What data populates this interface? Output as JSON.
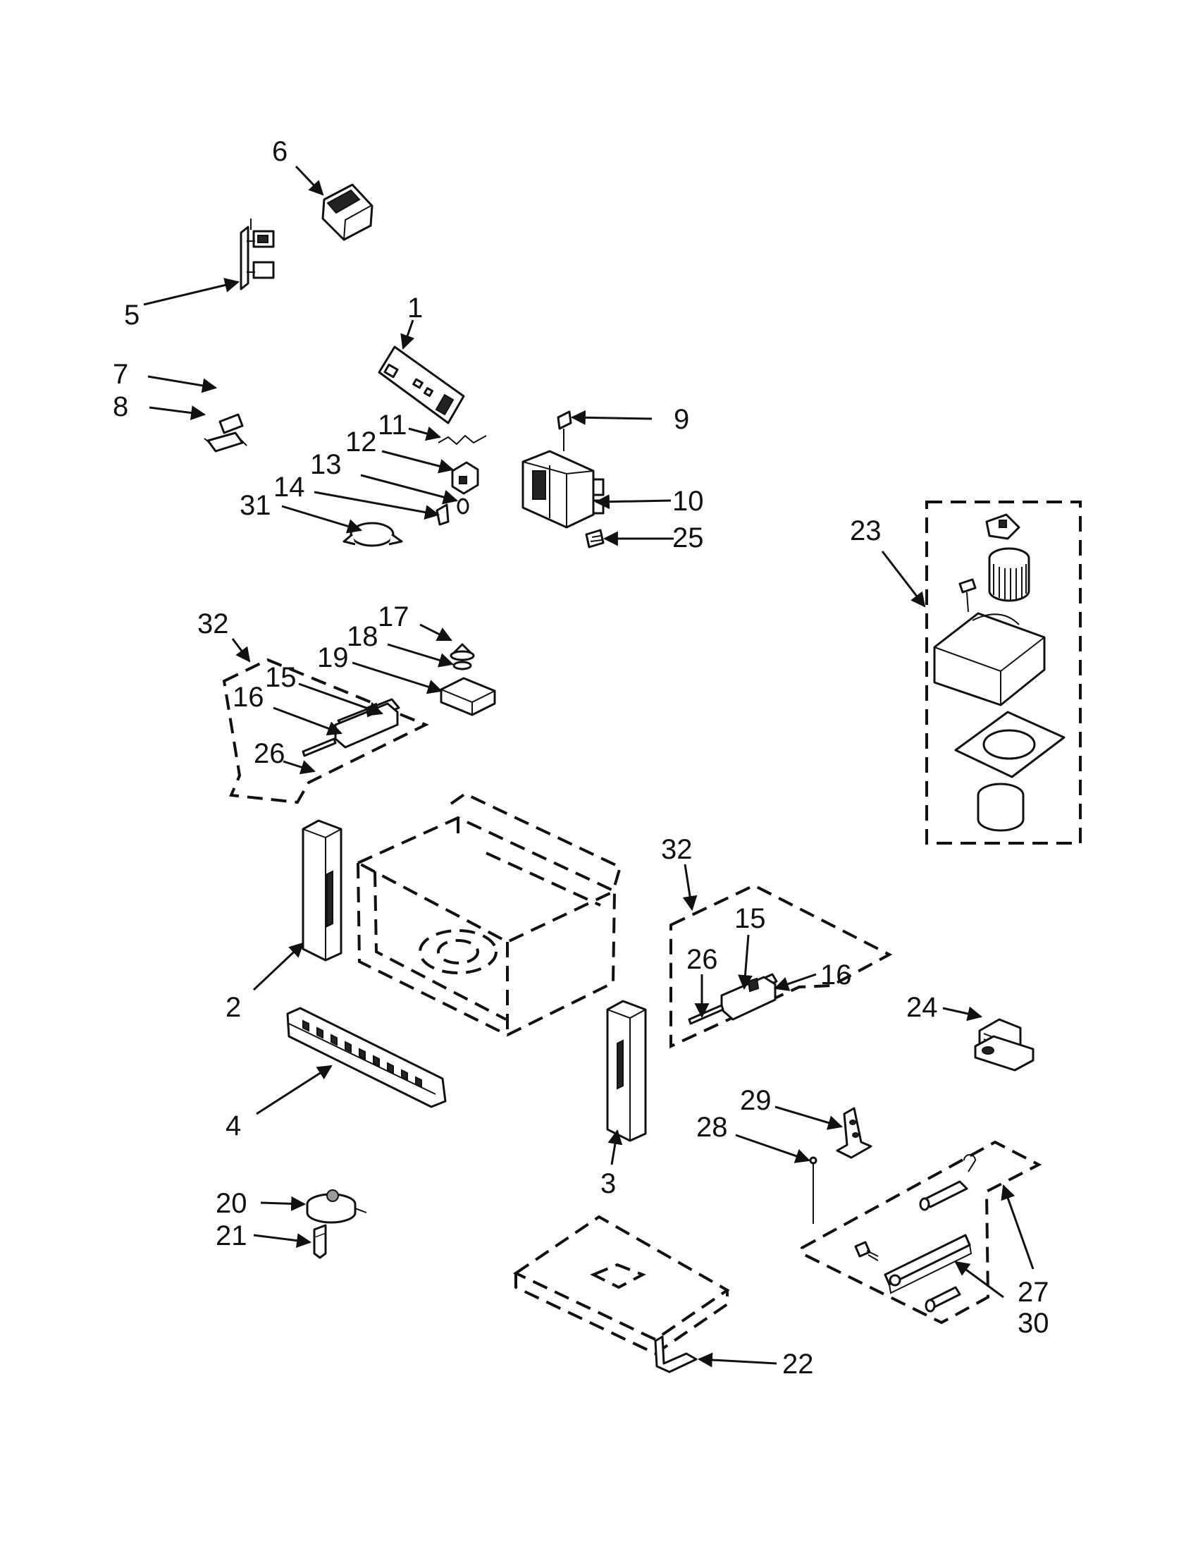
{
  "labels": {
    "l1": "1",
    "l2": "2",
    "l3": "3",
    "l4": "4",
    "l5": "5",
    "l6": "6",
    "l7": "7",
    "l8": "8",
    "l9": "9",
    "l10": "10",
    "l11": "11",
    "l12": "12",
    "l13": "13",
    "l14": "14",
    "l15a": "15",
    "l15b": "15",
    "l16a": "16",
    "l16b": "16",
    "l17": "17",
    "l18": "18",
    "l19": "19",
    "l20": "20",
    "l21": "21",
    "l22": "22",
    "l23": "23",
    "l24": "24",
    "l25": "25",
    "l26a": "26",
    "l26b": "26",
    "l27": "27",
    "l28": "28",
    "l29": "29",
    "l30": "30",
    "l31": "31",
    "l32a": "32",
    "l32b": "32"
  },
  "colors": {
    "ink": "#111111",
    "paper": "#ffffff"
  }
}
